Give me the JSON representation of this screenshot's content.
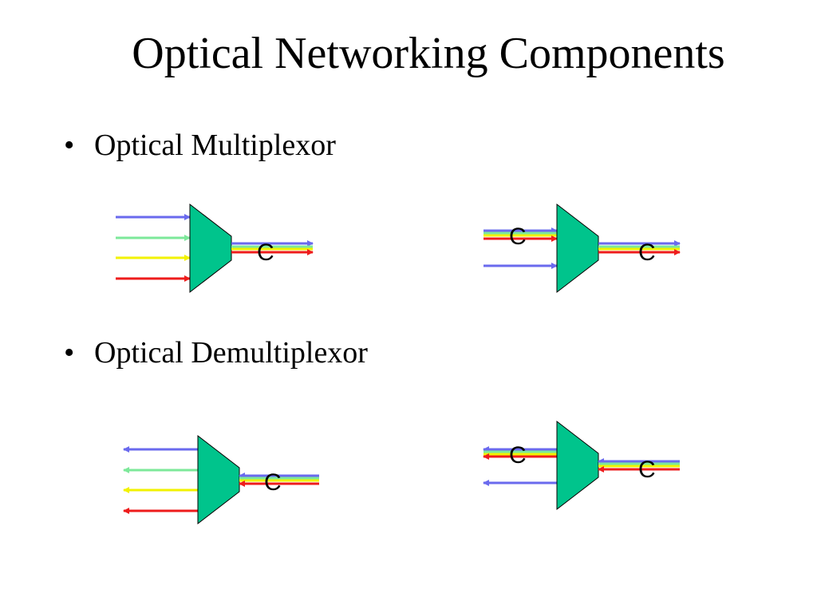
{
  "title": "Optical Networking Components",
  "bullets": [
    {
      "marker": "•",
      "text": "Optical Multiplexor"
    },
    {
      "marker": "•",
      "text": "Optical Demultiplexor"
    }
  ],
  "diagrams": {
    "mux_a_label": "C",
    "mux_b_input_label": "C",
    "mux_b_output_label": "C",
    "demux_a_label": "C",
    "demux_b_output_label": "C",
    "demux_b_input_label": "C"
  },
  "colors": {
    "device_fill": "#00c48c",
    "blue": "#6a6aee",
    "green": "#7de89a",
    "yellow": "#f2f200",
    "red": "#ee1c1c"
  }
}
